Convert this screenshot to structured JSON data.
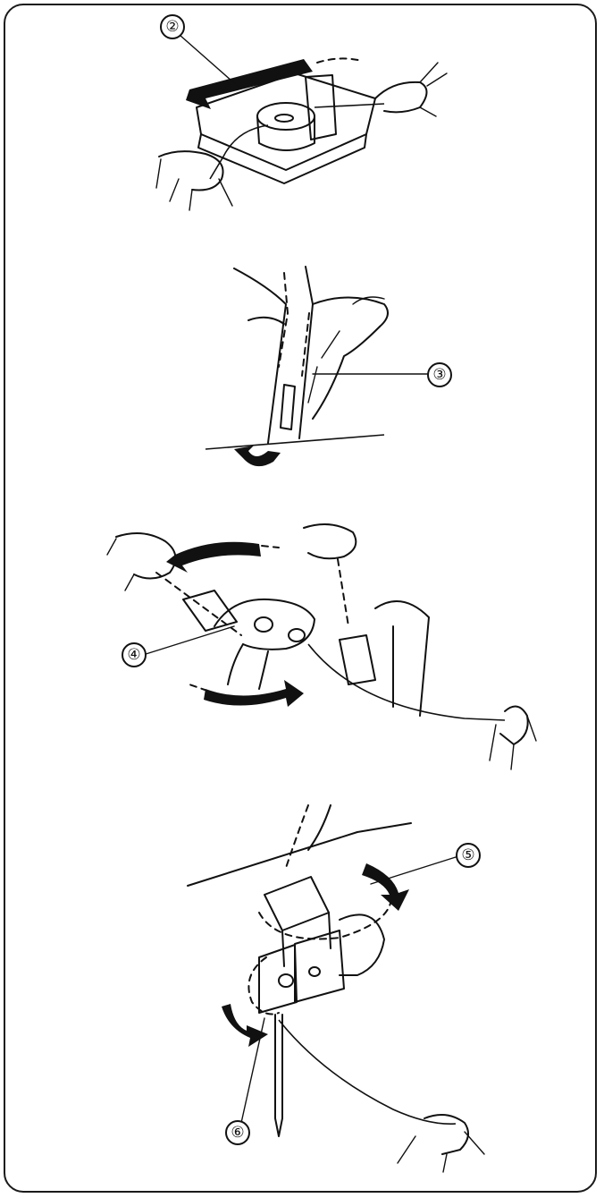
{
  "callouts": {
    "step2": "②",
    "step3": "③",
    "step4": "④",
    "step5": "⑤",
    "step6": "⑥"
  },
  "colors": {
    "ink": "#111111",
    "background": "#ffffff",
    "border": "#1a1a1a"
  }
}
